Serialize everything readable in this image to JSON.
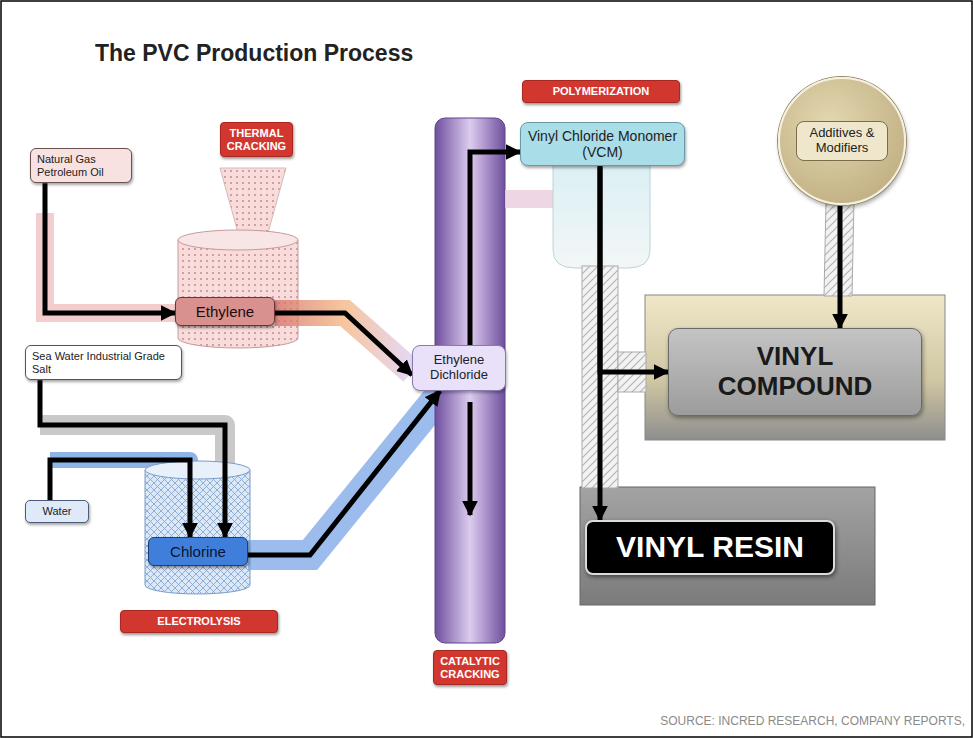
{
  "diagram": {
    "title": "The PVC Production Process",
    "caption": "SOURCE: INCRED RESEARCH, COMPANY REPORTS,",
    "nodes": [
      {
        "text": [
          "Natural Gas Petroleum Oil"
        ]
      },
      {
        "text": [
          "THERMAL CRACKING"
        ]
      },
      {
        "text": [
          "Ethylene"
        ]
      },
      {
        "text": [
          "Sea Water Industrial Grade Salt"
        ]
      },
      {
        "text": [
          "Water"
        ]
      },
      {
        "text": [
          "Chlorine"
        ]
      },
      {
        "text": [
          "ELECTROLYSIS"
        ]
      },
      {
        "text": [
          "Ethylene Dichloride"
        ]
      },
      {
        "text": [
          "CATALYTIC CRACKING"
        ]
      },
      {
        "text": [
          "POLYMERIZATION"
        ]
      },
      {
        "text": [
          "Vinyl Chloride Monomer (VCM)"
        ]
      },
      {
        "text": [
          "Additives & Modifiers"
        ]
      },
      {
        "text": [
          "VINYL COMPOUND"
        ]
      },
      {
        "text": [
          "VINYL RESIN"
        ]
      }
    ],
    "edges": [
      {
        "from": 0,
        "to": 2,
        "arrow": "to"
      },
      {
        "from": 2,
        "to": 7,
        "arrow": "to"
      },
      {
        "from": 3,
        "to": 5,
        "arrow": "to"
      },
      {
        "from": 4,
        "to": 5,
        "arrow": "to"
      },
      {
        "from": 5,
        "to": 7,
        "arrow": "to"
      },
      {
        "from": 7,
        "to": 10,
        "arrow": "to"
      },
      {
        "from": 10,
        "to": 12,
        "arrow": "to"
      },
      {
        "from": 10,
        "to": 13,
        "arrow": "to"
      },
      {
        "from": 11,
        "to": 12,
        "arrow": "to"
      }
    ]
  }
}
